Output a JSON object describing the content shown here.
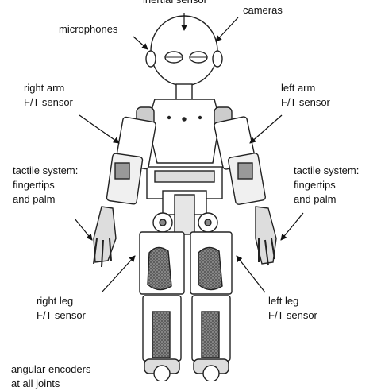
{
  "labels": {
    "inertial_sensor": "inertial sensor",
    "cameras": "cameras",
    "microphones": "microphones",
    "right_arm_ft_line1": "right arm",
    "right_arm_ft_line2": "F/T sensor",
    "left_arm_ft_line1": "left arm",
    "left_arm_ft_line2": "F/T sensor",
    "tactile_left_line1": "tactile system:",
    "tactile_left_line2": "fingertips",
    "tactile_left_line3": "and palm",
    "tactile_right_line1": "tactile system:",
    "tactile_right_line2": "fingertips",
    "tactile_right_line3": "and palm",
    "right_leg_ft_line1": "right leg",
    "right_leg_ft_line2": "F/T sensor",
    "left_leg_ft_line1": "left leg",
    "left_leg_ft_line2": "F/T sensor",
    "encoders_line1": "angular encoders",
    "encoders_line2": "at all joints"
  },
  "colors": {
    "ink": "#222222",
    "shade": "#9a9a9a",
    "dark_shade": "#555555",
    "background": "#ffffff"
  }
}
